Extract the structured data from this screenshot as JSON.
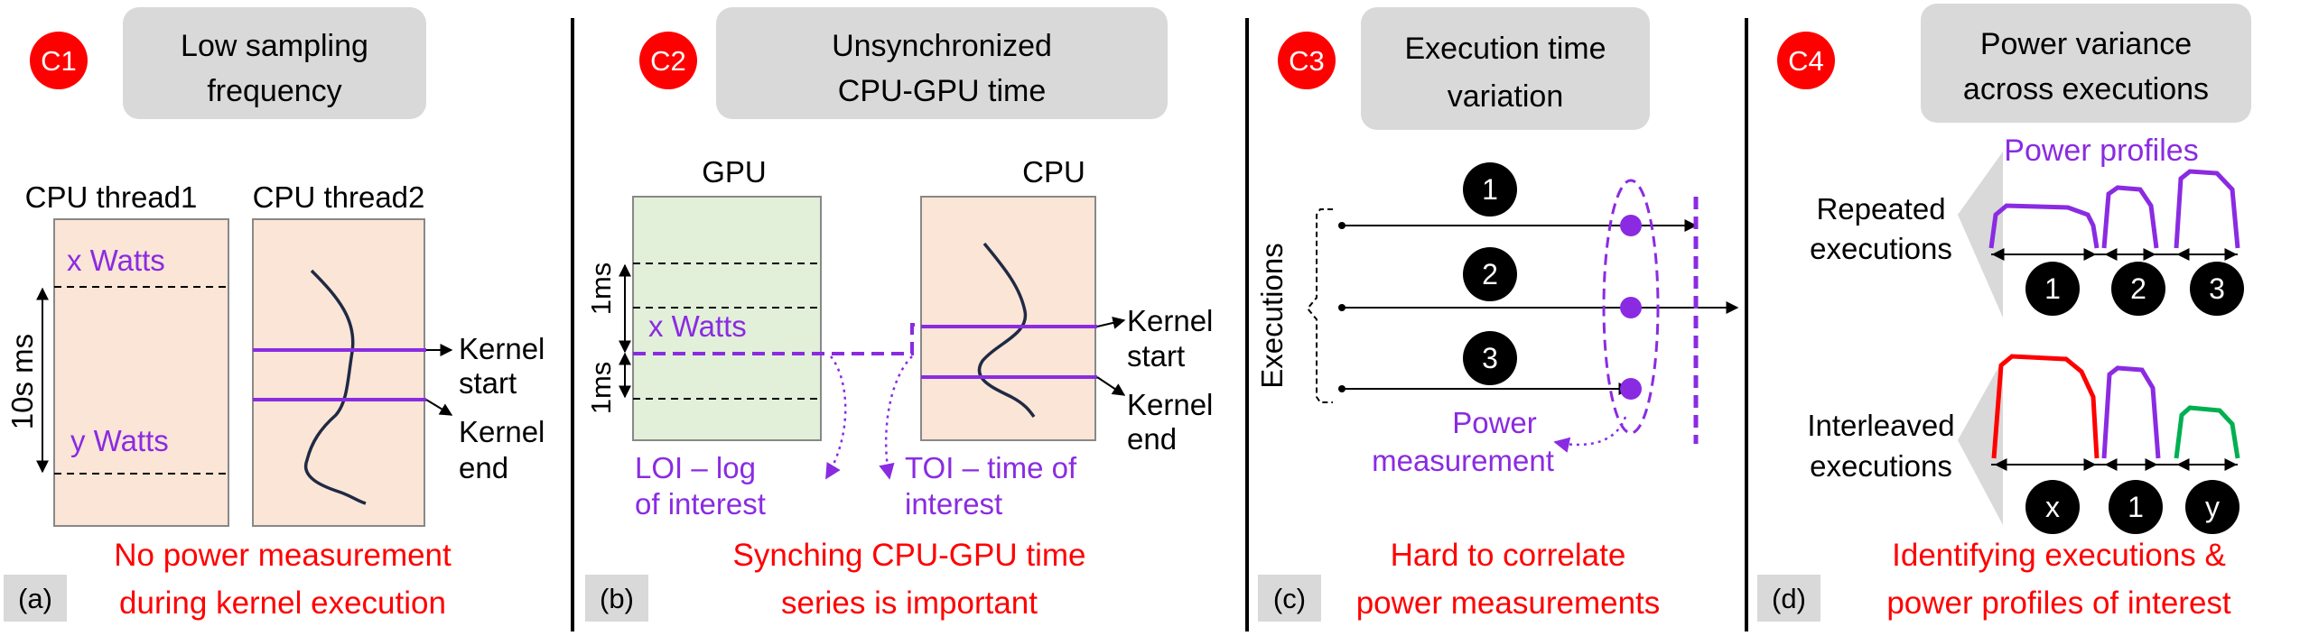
{
  "colors": {
    "red_badge": "#ff0000",
    "purple": "#8a2be2",
    "red_text": "#ff0000",
    "title_box": "#d9d9d9",
    "cpu_fill": "#fbe5d6",
    "gpu_fill": "#e2efd9",
    "thread_line": "#1f2a44",
    "caption_box": "#d9d9d9",
    "profile_red": "#ff0000",
    "profile_green": "#00b050"
  },
  "panel_a": {
    "badge": "C1",
    "title_line1": "Low sampling",
    "title_line2": "frequency",
    "thread1_label": "CPU thread1",
    "thread2_label": "CPU thread2",
    "x_watts": "x Watts",
    "y_watts": "y Watts",
    "interval_label": "10s ms",
    "kernel_start_line1": "Kernel",
    "kernel_start_line2": "start",
    "kernel_end_line1": "Kernel",
    "kernel_end_line2": "end",
    "tag": "(a)",
    "caption_line1": "No power measurement",
    "caption_line2": "during kernel execution"
  },
  "panel_b": {
    "badge": "C2",
    "title_line1": "Unsynchronized",
    "title_line2": "CPU-GPU time",
    "gpu_label": "GPU",
    "cpu_label": "CPU",
    "x_watts": "x Watts",
    "interval_top": "1ms",
    "interval_bottom": "1ms",
    "kernel_start_line1": "Kernel",
    "kernel_start_line2": "start",
    "kernel_end_line1": "Kernel",
    "kernel_end_line2": "end",
    "loi_line1": "LOI – log",
    "loi_line2": "of interest",
    "toi_line1": "TOI – time of",
    "toi_line2": "interest",
    "tag": "(b)",
    "caption_line1": "Synching CPU-GPU time",
    "caption_line2": "series is important"
  },
  "panel_c": {
    "badge": "C3",
    "title_line1": "Execution time",
    "title_line2": "variation",
    "axis_label": "Executions",
    "exec_labels": [
      "1",
      "2",
      "3"
    ],
    "power_line1": "Power",
    "power_line2": "measurement",
    "tag": "(c)",
    "caption_line1": "Hard to correlate",
    "caption_line2": "power measurements"
  },
  "panel_d": {
    "badge": "C4",
    "title_line1": "Power variance",
    "title_line2": "across executions",
    "profiles_label": "Power profiles",
    "repeated_line1": "Repeated",
    "repeated_line2": "executions",
    "interleaved_line1": "Interleaved",
    "interleaved_line2": "executions",
    "repeated_labels": [
      "1",
      "2",
      "3"
    ],
    "interleaved_labels": [
      "x",
      "1",
      "y"
    ],
    "tag": "(d)",
    "caption_line1": "Identifying executions &",
    "caption_line2": "power profiles of interest"
  }
}
